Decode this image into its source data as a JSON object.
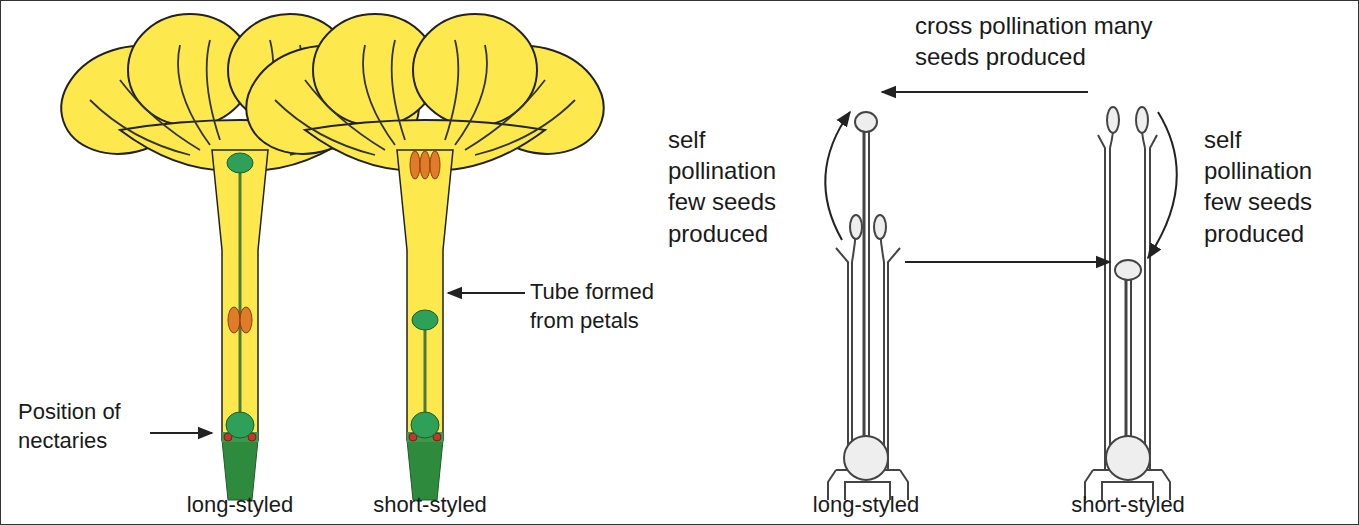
{
  "diagram": {
    "labels": [
      "cross pollination many seeds produced",
      "self pollination few seeds produced",
      "self pollination few seeds produced",
      "Tube formed from petals",
      "Position of nectaries",
      "long-styled",
      "short-styled",
      "long-styled",
      "short-styled"
    ]
  }
}
